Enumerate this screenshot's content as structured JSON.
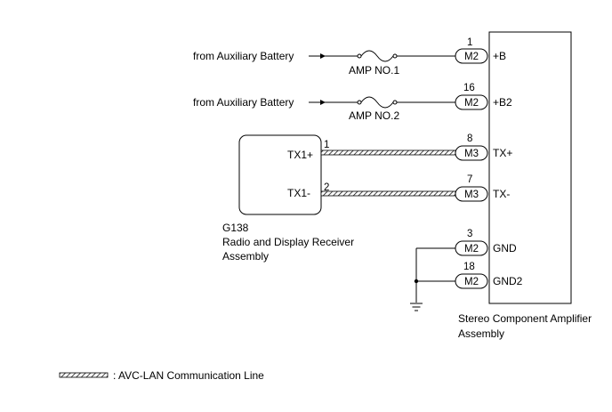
{
  "sources": {
    "battery1": "from Auxiliary Battery",
    "battery2": "from Auxiliary Battery"
  },
  "fuses": {
    "fuse1": "AMP NO.1",
    "fuse2": "AMP NO.2"
  },
  "receiver": {
    "code": "G138",
    "name_line1": "Radio and Display Receiver",
    "name_line2": "Assembly",
    "terminals": [
      {
        "pin": "1",
        "label": "TX1+"
      },
      {
        "pin": "2",
        "label": "TX1-"
      }
    ]
  },
  "amplifier": {
    "name_line1": "Stereo Component Amplifier",
    "name_line2": "Assembly",
    "terminals": [
      {
        "pin": "1",
        "connector": "M2",
        "label": "+B"
      },
      {
        "pin": "16",
        "connector": "M2",
        "label": "+B2"
      },
      {
        "pin": "8",
        "connector": "M3",
        "label": "TX+"
      },
      {
        "pin": "7",
        "connector": "M3",
        "label": "TX-"
      },
      {
        "pin": "3",
        "connector": "M2",
        "label": "GND"
      },
      {
        "pin": "18",
        "connector": "M2",
        "label": "GND2"
      }
    ]
  },
  "legend": {
    "text": ": AVC-LAN Communication Line"
  }
}
